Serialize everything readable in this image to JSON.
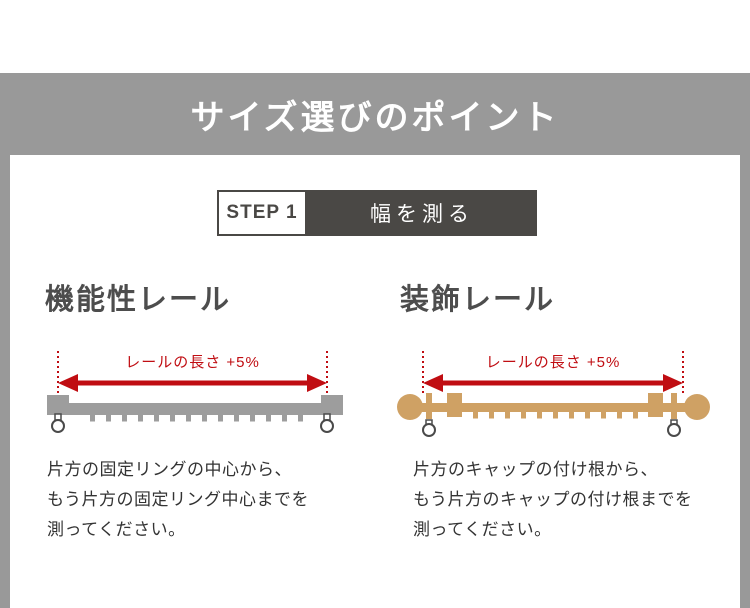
{
  "banner": {
    "title": "サイズ選びのポイント"
  },
  "step": {
    "badge": "STEP 1",
    "title": "幅を測る"
  },
  "columns": [
    {
      "heading": "機能性レール",
      "arrow_label": "レールの長さ +5%",
      "description_lines": [
        "片方の固定リングの中心から、",
        "もう片方の固定リング中心までを",
        "測ってください。"
      ]
    },
    {
      "heading": "装飾レール",
      "arrow_label": "レールの長さ +5%",
      "description_lines": [
        "片方のキャップの付け根から、",
        "もう片方のキャップの付け根までを",
        "測ってください。"
      ]
    }
  ],
  "colors": {
    "accent_red": "#c00d12",
    "frame_gray": "#999999",
    "dark_box": "#4a4845",
    "rail_gray": "#9d9d9d",
    "rail_tan": "#cfa164",
    "heading_text": "#4d4d4d",
    "body_text": "#333333",
    "banner_text": "#ffffff",
    "ring_outline": "#4a4a4a"
  }
}
